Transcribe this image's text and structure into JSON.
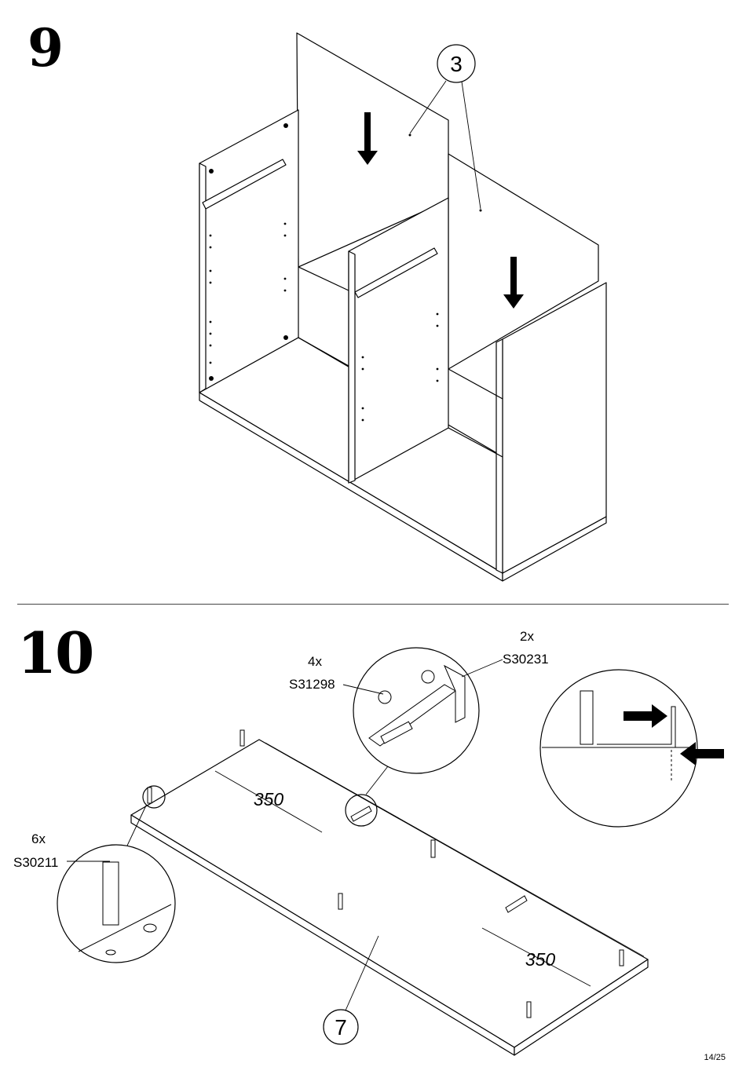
{
  "steps": {
    "step9": {
      "number": "9",
      "part_callout": "3"
    },
    "step10": {
      "number": "10",
      "part_callout": "7",
      "dimension_left": "350",
      "dimension_right": "350",
      "hardware": [
        {
          "qty": "4x",
          "code": "S31298"
        },
        {
          "qty": "2x",
          "code": "S30231"
        },
        {
          "qty": "6x",
          "code": "S30211"
        }
      ]
    }
  },
  "footer": {
    "page": "14/25"
  }
}
